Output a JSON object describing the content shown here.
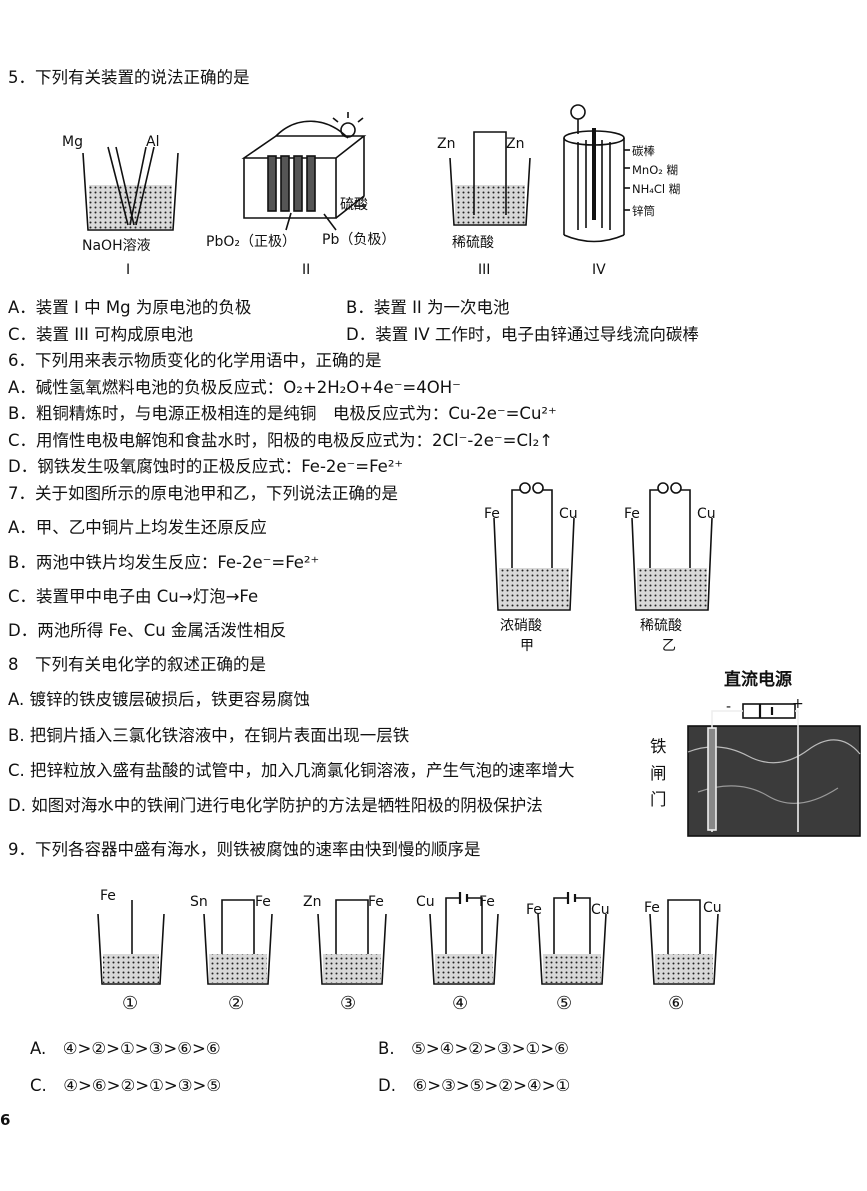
{
  "q5": {
    "stem": "5．下列有关装置的说法正确的是",
    "fig1": {
      "mg": "Mg",
      "al": "Al",
      "solution": "NaOH溶液",
      "roman": "I"
    },
    "fig2": {
      "pbo2": "PbO₂（正极）",
      "pb": "Pb（负极）",
      "acid": "硫酸",
      "roman": "II"
    },
    "fig3": {
      "zn1": "Zn",
      "zn2": "Zn",
      "acid": "稀硫酸",
      "roman": "III"
    },
    "fig4": {
      "rod": "碳棒",
      "mno2": "MnO₂ 糊",
      "nh4cl": "NH₄Cl 糊",
      "shell": "锌筒",
      "roman": "IV"
    },
    "options": {
      "a": "A．装置 I 中 Mg 为原电池的负极",
      "b": "B．装置 II 为一次电池",
      "c": "C．装置 III 可构成原电池",
      "d": "D．装置 IV 工作时，电子由锌通过导线流向碳棒"
    }
  },
  "q6": {
    "stem": "6．下列用来表示物质变化的化学用语中，正确的是",
    "a": "A．碱性氢氧燃料电池的负极反应式：O₂+2H₂O+4e⁻=4OH⁻",
    "b": "B．粗铜精炼时，与电源正极相连的是纯铜　电极反应式为：Cu-2e⁻=Cu²⁺",
    "c": "C．用惰性电极电解饱和食盐水时，阳极的电极反应式为：2Cl⁻-2e⁻=Cl₂↑",
    "d": "D．钢铁发生吸氧腐蚀时的正极反应式：Fe-2e⁻=Fe²⁺"
  },
  "q7": {
    "stem": "7．关于如图所示的原电池甲和乙，下列说法正确的是",
    "a": "A．甲、乙中铜片上均发生还原反应",
    "b": "B．两池中铁片均发生反应：Fe-2e⁻=Fe²⁺",
    "c": "C．装置甲中电子由 Cu→灯泡→Fe",
    "d": "D．两池所得 Fe、Cu 金属活泼性相反",
    "jia": {
      "fe": "Fe",
      "cu": "Cu",
      "solution": "浓硝酸",
      "name": "甲"
    },
    "yi": {
      "fe": "Fe",
      "cu": "Cu",
      "solution": "稀硫酸",
      "name": "乙"
    }
  },
  "q8": {
    "stem": "8　下列有关电化学的叙述正确的是",
    "a": "A. 镀锌的铁皮镀层破损后，铁更容易腐蚀",
    "b": "B. 把铜片插入三氯化铁溶液中，在铜片表面出现一层铁",
    "c": "C. 把锌粒放入盛有盐酸的试管中，加入几滴氯化铜溶液，产生气泡的速率增大",
    "d": "D. 如图对海水中的铁闸门进行电化学防护的方法是牺牲阳极的阴极保护法",
    "figure": {
      "power": "直流电源",
      "minus": "-",
      "plus": "+",
      "gate1": "铁",
      "gate2": "闸",
      "gate3": "门"
    }
  },
  "q9": {
    "stem": "9．下列各容器中盛有海水，则铁被腐蚀的速率由快到慢的顺序是",
    "cells": [
      {
        "left": "Fe",
        "right": "",
        "num": "①"
      },
      {
        "left": "Sn",
        "right": "Fe",
        "num": "②"
      },
      {
        "left": "Zn",
        "right": "Fe",
        "num": "③"
      },
      {
        "left": "Cu",
        "right": "Fe",
        "num": "④"
      },
      {
        "left": "Fe",
        "right": "Cu",
        "num": "⑤"
      },
      {
        "left": "Fe",
        "right": "Cu",
        "num": "⑥"
      }
    ],
    "options": {
      "a": "A.　④>②>①>③>⑥>⑥",
      "b": "B.　⑤>④>②>③>①>⑥",
      "c": "C.　④>⑥>②>①>③>⑤",
      "d": "D.　⑥>③>⑤>②>④>①"
    }
  },
  "page_number": "6"
}
